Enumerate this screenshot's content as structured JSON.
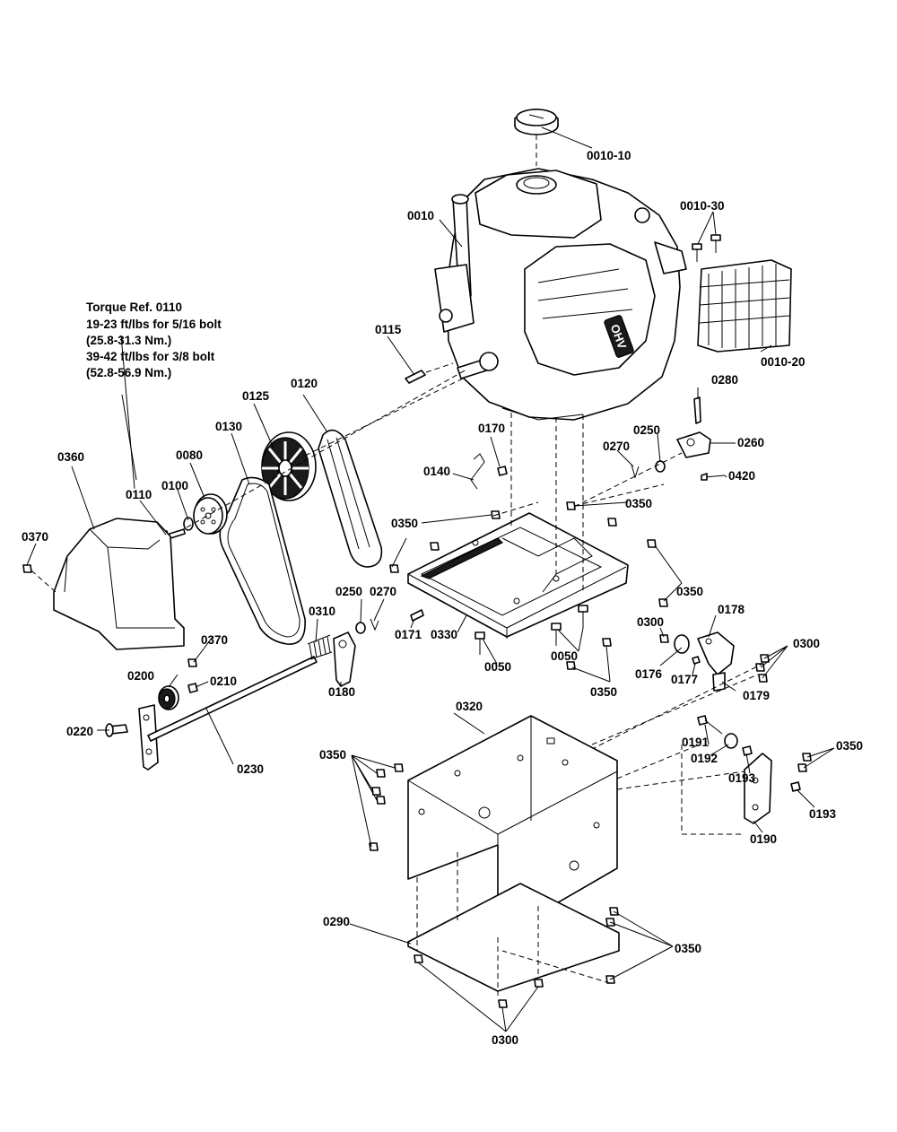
{
  "torque_note": {
    "line1": "Torque Ref. 0110",
    "line2": "19-23 ft/lbs for 5/16 bolt",
    "line3": "(25.8-31.3 Nm.)",
    "line4": "39-42 ft/lbs for 3/8 bolt",
    "line5": "(52.8-56.9 Nm.)"
  },
  "engine_badge": "OHV",
  "labels": {
    "p0010_10": "0010-10",
    "p0010": "0010",
    "p0010_30": "0010-30",
    "p0010_20": "0010-20",
    "p0115": "0115",
    "p0125": "0125",
    "p0120": "0120",
    "p0130": "0130",
    "p0080": "0080",
    "p0360": "0360",
    "p0110": "0110",
    "p0100": "0100",
    "p0370a": "0370",
    "p0370b": "0370",
    "p0280": "0280",
    "p0250a": "0250",
    "p0260": "0260",
    "p0270a": "0270",
    "p0420": "0420",
    "p0170": "0170",
    "p0140": "0140",
    "p0350a": "0350",
    "p0350b": "0350",
    "p0350c": "0350",
    "p0350d": "0350",
    "p0350e": "0350",
    "p0350f": "0350",
    "p0350g": "0350",
    "p0250b": "0250",
    "p0270b": "0270",
    "p0310": "0310",
    "p0171": "0171",
    "p0330": "0330",
    "p0050a": "0050",
    "p0050b": "0050",
    "p0178": "0178",
    "p0300a": "0300",
    "p0300b": "0300",
    "p0300c": "0300",
    "p0176": "0176",
    "p0177": "0177",
    "p0179": "0179",
    "p0200": "0200",
    "p0210": "0210",
    "p0180": "0180",
    "p0220": "0220",
    "p0230": "0230",
    "p0320": "0320",
    "p0191": "0191",
    "p0192": "0192",
    "p0193a": "0193",
    "p0193b": "0193",
    "p0190": "0190",
    "p0290": "0290"
  }
}
